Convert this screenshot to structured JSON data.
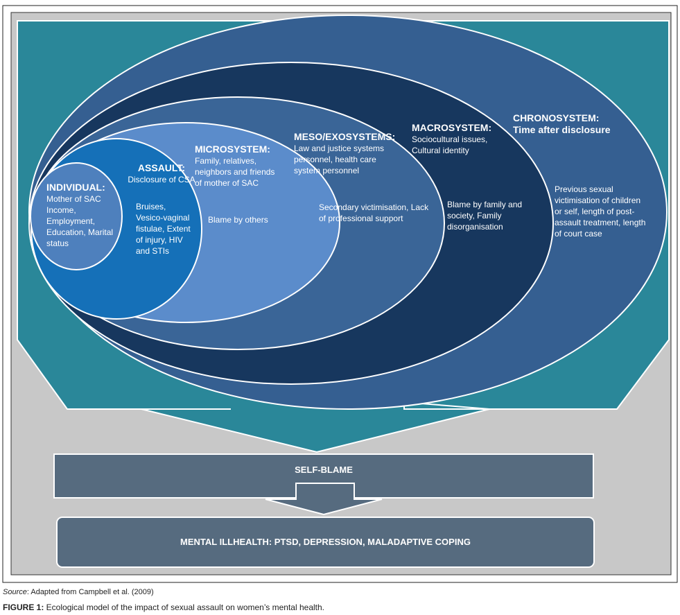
{
  "individual": {
    "title": "INDIVIDUAL:",
    "body": "Mother of SAC Income, Employment, Education, Marital status"
  },
  "assault": {
    "title": "ASSAULT:",
    "subtitle": "Disclosure of CSA",
    "body": "Bruises, Vesico-vaginal fistulae, Extent of injury, HIV and STIs"
  },
  "microsystem": {
    "title": "MICROSYSTEM:",
    "body": "Family, relatives, neighbors and friends of mother of SAC",
    "outcome": "Blame by others"
  },
  "meso": {
    "title": "MESO/EXOSYSTEMS:",
    "body": "Law and justice systems personnel, health care system personnel",
    "outcome": "Secondary victimisation, Lack of professional support"
  },
  "macro": {
    "title": "MACROSYSTEM:",
    "body": "Sociocultural issues, Cultural identity",
    "outcome": "Blame by family and society, Family disorganisation"
  },
  "chrono": {
    "title": "CHRONOSYSTEM:",
    "subtitle": "Time after disclosure",
    "outcome": "Previous sexual victimisation of children or self, length of post-assault treatment, length of court case"
  },
  "self_blame": "SELF-BLAME",
  "mental": "MENTAL ILLHEALTH: PTSD, DEPRESSION, MALADAPTIVE COPING",
  "source_label": "Source",
  "source_text": ": Adapted from Campbell et al. (2009)",
  "figure_label": "FIGURE 1:",
  "figure_caption": " Ecological model of the impact of sexual assault on women’s mental health.",
  "colors": {
    "teal": "#2a8799",
    "background": "#c8c8c8",
    "chrono": "#355f91",
    "macro": "#17375e",
    "meso": "#3a6597",
    "micro": "#5b8ccb",
    "assault": "#1570b8",
    "individual": "#4e80bd",
    "box": "#566b7f"
  }
}
